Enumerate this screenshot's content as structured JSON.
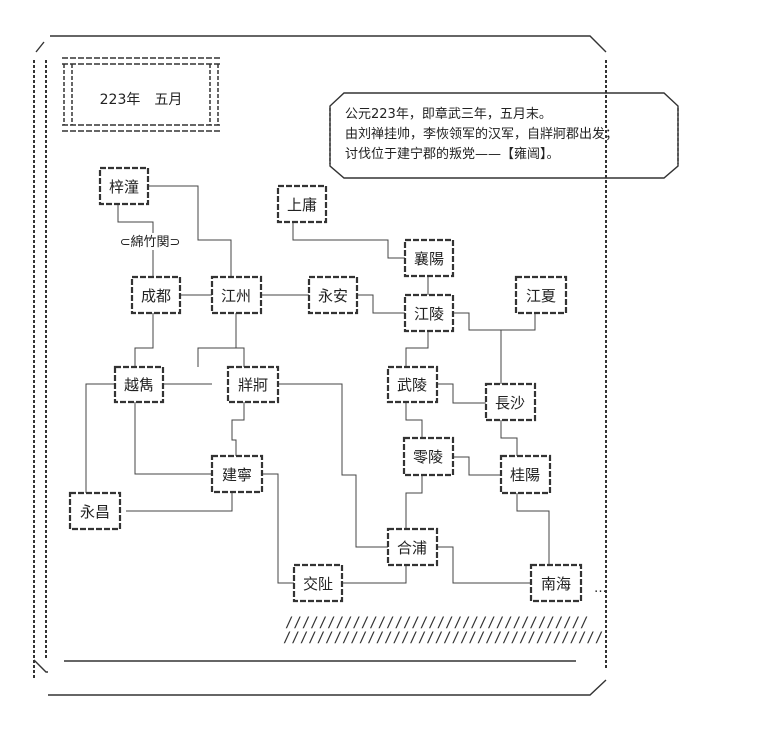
{
  "date_label": "223年　五月",
  "narration": [
    "公元223年，即章武三年，五月末。",
    "由刘禅挂帅，李恢领军的汉军，自牂牁郡出发；",
    "讨伐位于建宁郡的叛党——【雍闿】。"
  ],
  "pass_label": "⊂綿竹関⊃",
  "cities": {
    "zitong": "梓潼",
    "shangyong": "上庸",
    "xiangyang": "襄陽",
    "chengdu": "成都",
    "jiangzhou": "江州",
    "yongan": "永安",
    "jiangling": "江陵",
    "jiangxia": "江夏",
    "yuexi": "越雋",
    "zangke": "牂牁",
    "wuling": "武陵",
    "changsha": "長沙",
    "jianning": "建寧",
    "lingling": "零陵",
    "guiyang": "桂陽",
    "yongchang": "永昌",
    "hepu": "合浦",
    "jiaozhi": "交阯",
    "nanhai": "南海"
  },
  "trailing_dots": "…"
}
